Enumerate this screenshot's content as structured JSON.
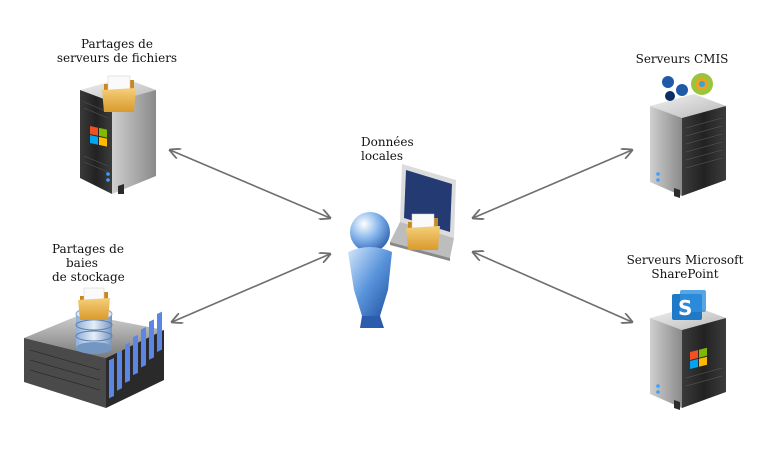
{
  "nodes": {
    "file_shares": {
      "line1": "Partages de",
      "line2": "serveurs de fichiers"
    },
    "storage_shares": {
      "line1": "Partages de",
      "line2": "baies",
      "line3": "de stockage"
    },
    "local_data": {
      "line1": "Données",
      "line2": "locales"
    },
    "cmis": {
      "line1": "Serveurs CMIS"
    },
    "sharepoint": {
      "line1": "Serveurs Microsoft",
      "line2": "SharePoint"
    }
  },
  "icons": {
    "file_server": "windows-server-folder-icon",
    "storage": "storage-array-database-folder-icon",
    "user": "user-laptop-folder-icon",
    "cmis": "cmis-server-icon",
    "sharepoint": "sharepoint-server-icon"
  },
  "colors": {
    "arrow": "#6e6e6e",
    "folder": "#e8b04a",
    "user_blue": "#4a82d4"
  }
}
